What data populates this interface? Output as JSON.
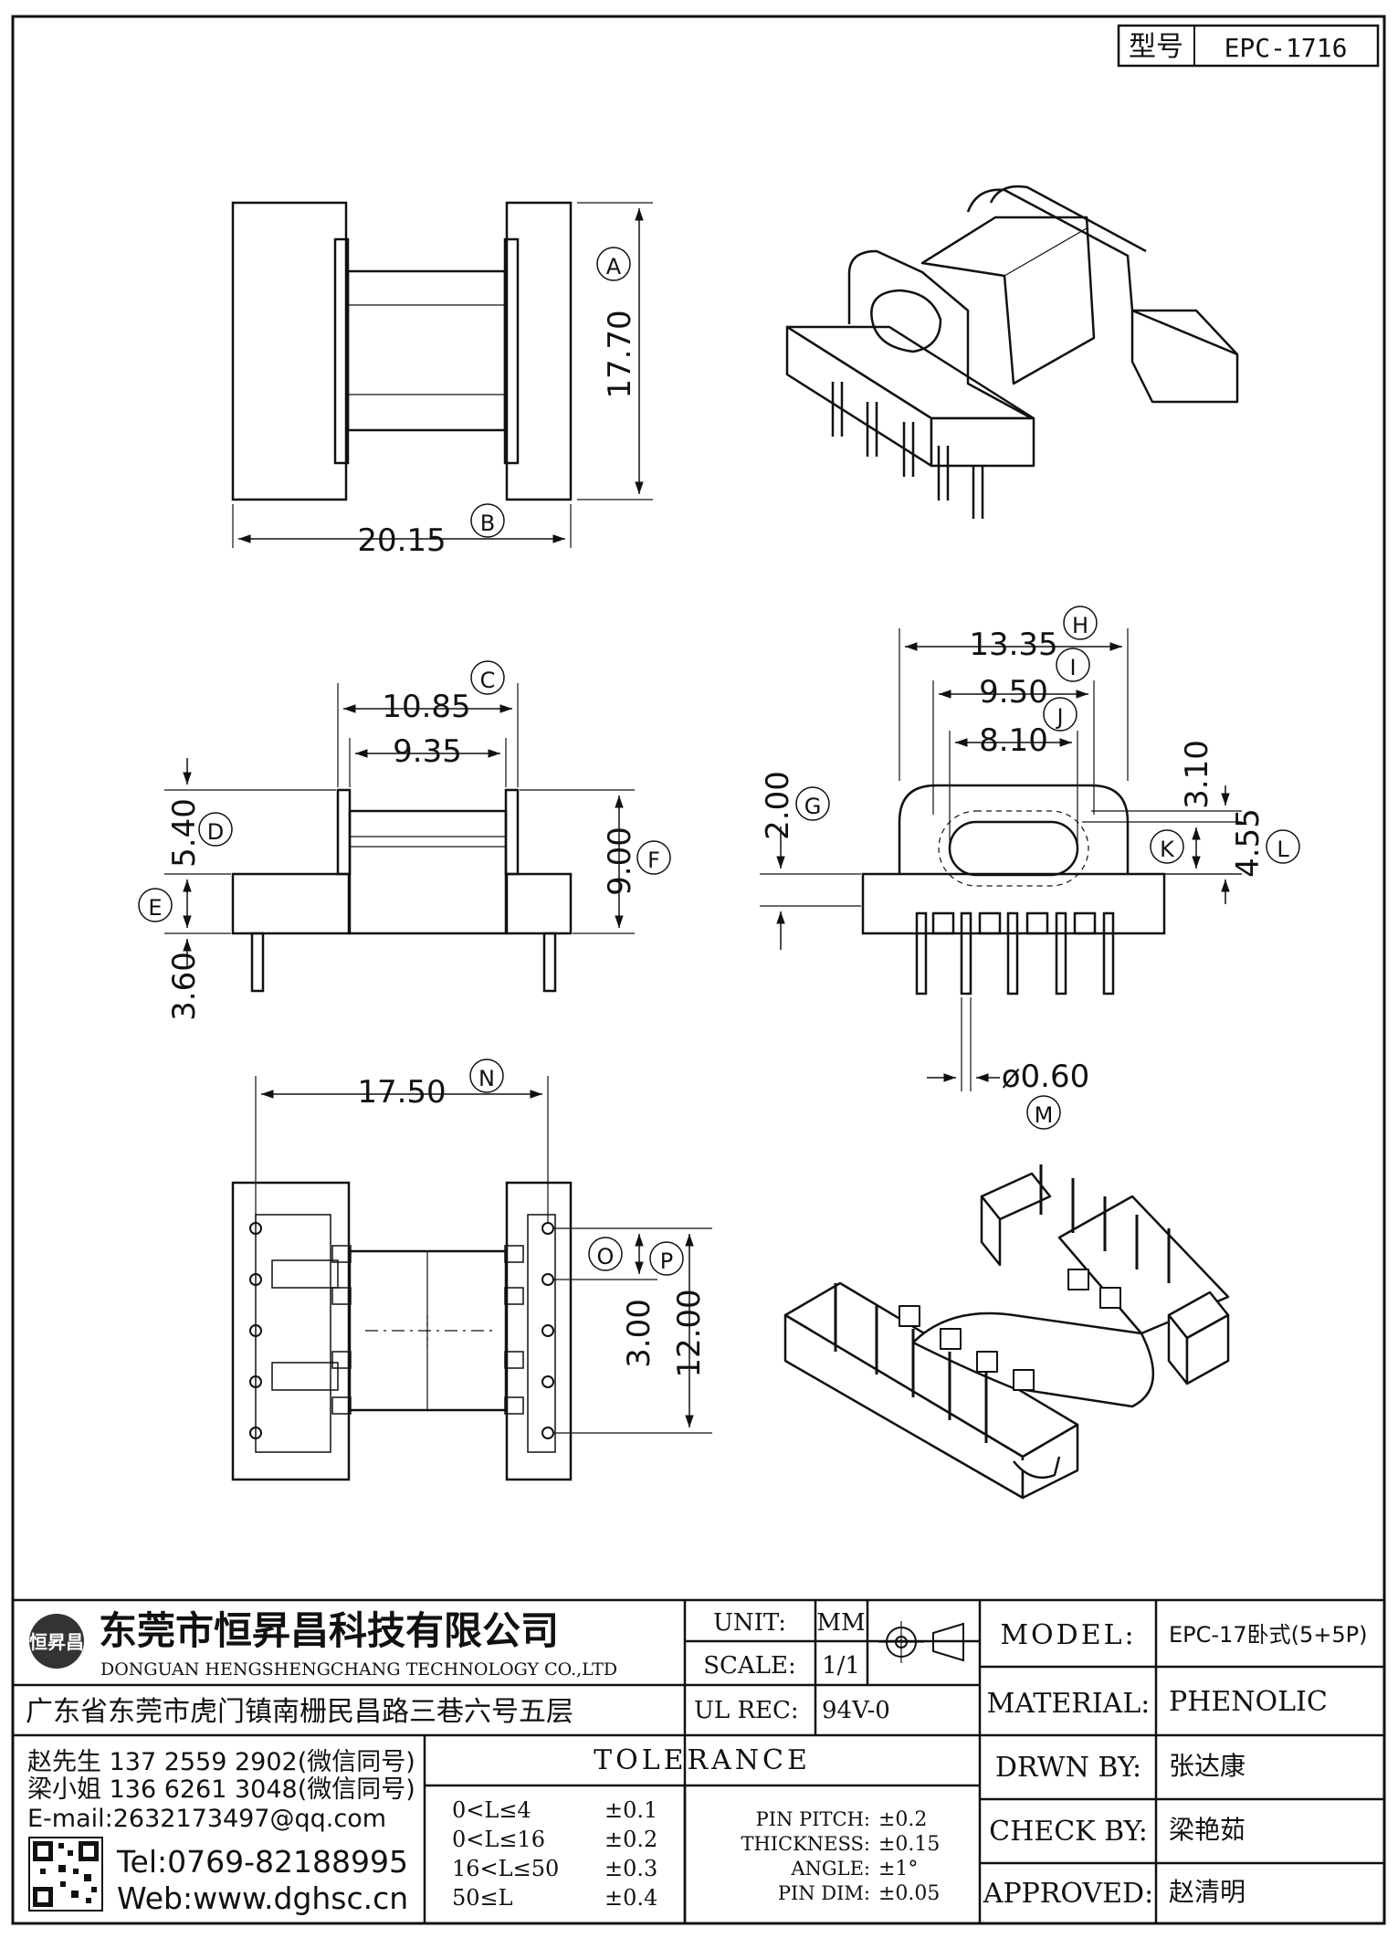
{
  "model_box": {
    "label": "型号",
    "value": "EPC-1716"
  },
  "dims": {
    "A": {
      "value": "17.70",
      "letter": "A"
    },
    "B": {
      "value": "20.15",
      "letter": "B"
    },
    "C": {
      "value": "10.85",
      "letter": "C"
    },
    "c2": {
      "value": "9.35"
    },
    "D": {
      "value": "5.40",
      "letter": "D"
    },
    "E": {
      "value": "3.60",
      "letter": "E"
    },
    "F": {
      "value": "9.00",
      "letter": "F"
    },
    "G": {
      "value": "2.00",
      "letter": "G"
    },
    "H": {
      "value": "13.35",
      "letter": "H"
    },
    "I": {
      "value": "9.50",
      "letter": "I"
    },
    "J": {
      "value": "8.10",
      "letter": "J"
    },
    "K": {
      "value": "3.10",
      "letter": "K"
    },
    "L": {
      "value": "4.55",
      "letter": "L"
    },
    "M": {
      "value": "ø0.60",
      "letter": "M"
    },
    "N": {
      "value": "17.50",
      "letter": "N"
    },
    "O": {
      "value": "3.00",
      "letter": "O"
    },
    "P": {
      "value": "12.00",
      "letter": "P"
    }
  },
  "company": {
    "name_cn": "东莞市恒昇昌科技有限公司",
    "name_en": "DONGUAN HENGSHENGCHANG TECHNOLOGY CO.,LTD",
    "logo_text": "恒昇昌",
    "address": "广东省东莞市虎门镇南栅民昌路三巷六号五层",
    "contacts": [
      "赵先生 137 2559 2902(微信同号)",
      "梁小姐 136 6261 3048(微信同号)",
      "E-mail:2632173497@qq.com"
    ],
    "tel": "Tel:0769-82188995",
    "web": "Web:www.dghsc.cn"
  },
  "spec": {
    "unit_label": "UNIT:",
    "unit_value": "MM",
    "scale_label": "SCALE:",
    "scale_value": "1/1",
    "ulrec_label": "UL REC:",
    "ulrec_value": "94V-0"
  },
  "tolerance": {
    "title": "TOLERANCE",
    "ranges": [
      {
        "range": "0<L≤4",
        "tol": "±0.1"
      },
      {
        "range": "0<L≤16",
        "tol": "±0.2"
      },
      {
        "range": "16<L≤50",
        "tol": "±0.3"
      },
      {
        "range": "50≤L",
        "tol": "±0.4"
      }
    ],
    "misc": [
      {
        "label": "PIN PITCH:",
        "value": "±0.2"
      },
      {
        "label": "THICKNESS:",
        "value": "±0.15"
      },
      {
        "label": "ANGLE:",
        "value": "±1°"
      },
      {
        "label": "PIN DIM:",
        "value": "±0.05"
      }
    ]
  },
  "title_block": [
    {
      "label": "MODEL:",
      "value": "EPC-17卧式(5+5P)"
    },
    {
      "label": "MATERIAL:",
      "value": "PHENOLIC"
    },
    {
      "label": "DRWN BY:",
      "value": "张达康"
    },
    {
      "label": "CHECK BY:",
      "value": "梁艳茹"
    },
    {
      "label": "APPROVED:",
      "value": "赵清明"
    }
  ]
}
